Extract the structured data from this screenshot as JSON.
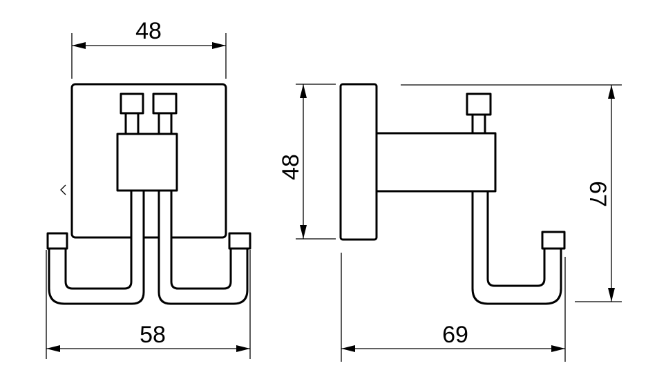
{
  "front_view": {
    "top_width": "48",
    "bottom_width": "58"
  },
  "side_view": {
    "plate_height": "48",
    "total_height": "67",
    "depth": "69"
  },
  "colors": {
    "line": "#000000",
    "background": "#ffffff"
  }
}
